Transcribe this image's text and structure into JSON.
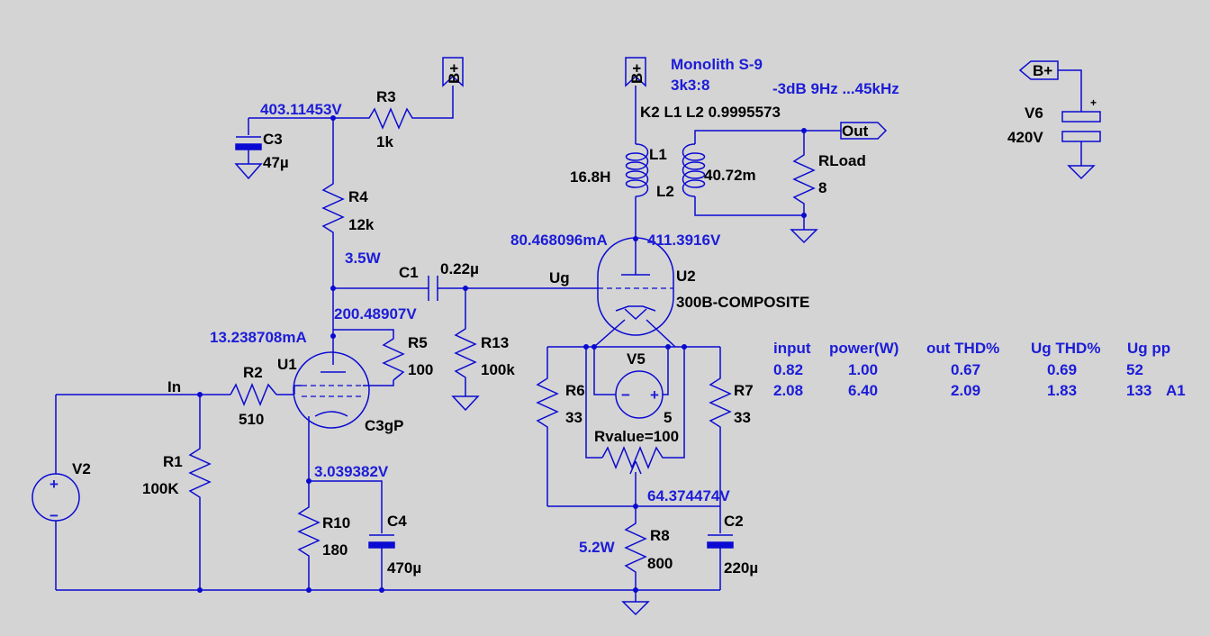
{
  "colors": {
    "background": "#d4d4d4",
    "wire": "#0a0ad2",
    "annotation": "#1c1cd8",
    "label": "#000000"
  },
  "symbols": {
    "supply": "B+",
    "out": "Out",
    "voltmeter": "−",
    "source_plus": "+",
    "source_minus": "−",
    "battery_plus": "+"
  },
  "title": {
    "line1": "Monolith S-9",
    "line2": "3k3:8",
    "bandwidth": "-3dB 9Hz ...45kHz",
    "coupling": "K2 L1 L2 0.9995573"
  },
  "nodes": {
    "v_r3": "403.11453V",
    "power_r4": "3.5W",
    "v_u1_plate": "200.48907V",
    "i_u1": "13.238708mA",
    "v_u1_cathode": "3.039382V",
    "i_u2": "80.468096mA",
    "v_u2_plate": "411.3916V",
    "v_u2_cathode": "64.374474V",
    "power_r8": "5.2W",
    "ug": "Ug",
    "in": "In"
  },
  "components": {
    "r3": {
      "name": "R3",
      "value": "1k"
    },
    "c3": {
      "name": "C3",
      "value": "47µ"
    },
    "r4": {
      "name": "R4",
      "value": "12k"
    },
    "c1": {
      "name": "C1",
      "value": "0.22µ"
    },
    "r13": {
      "name": "R13",
      "value": "100k"
    },
    "r5": {
      "name": "R5",
      "value": "100"
    },
    "r2": {
      "name": "R2",
      "value": "510"
    },
    "u1": {
      "name": "U1",
      "model": "C3gP"
    },
    "r1": {
      "name": "R1",
      "value": "100K"
    },
    "v2": {
      "name": "V2"
    },
    "r10": {
      "name": "R10",
      "value": "180"
    },
    "c4": {
      "name": "C4",
      "value": "470µ"
    },
    "l1": {
      "name": "L1",
      "value": "16.8H"
    },
    "l2": {
      "name": "L2",
      "value": "40.72m"
    },
    "rload": {
      "name": "RLoad",
      "value": "8"
    },
    "u2": {
      "name": "U2",
      "model": "300B-COMPOSITE"
    },
    "r6": {
      "name": "R6",
      "value": "33"
    },
    "r7": {
      "name": "R7",
      "value": "33"
    },
    "v5": {
      "name": "V5",
      "value": "5"
    },
    "rvalue": {
      "label": "Rvalue=100"
    },
    "r8": {
      "name": "R8",
      "value": "800"
    },
    "c2": {
      "name": "C2",
      "value": "220µ"
    },
    "v6": {
      "name": "V6",
      "value": "420V"
    }
  },
  "table": {
    "headers": [
      "input",
      "power(W)",
      "out THD%",
      "Ug THD%",
      "Ug pp"
    ],
    "rows": [
      {
        "cells": [
          "0.82",
          "1.00",
          "0.67",
          "0.69",
          "52"
        ],
        "note": ""
      },
      {
        "cells": [
          "2.08",
          "6.40",
          "2.09",
          "1.83",
          "133"
        ],
        "note": "A1"
      }
    ]
  }
}
